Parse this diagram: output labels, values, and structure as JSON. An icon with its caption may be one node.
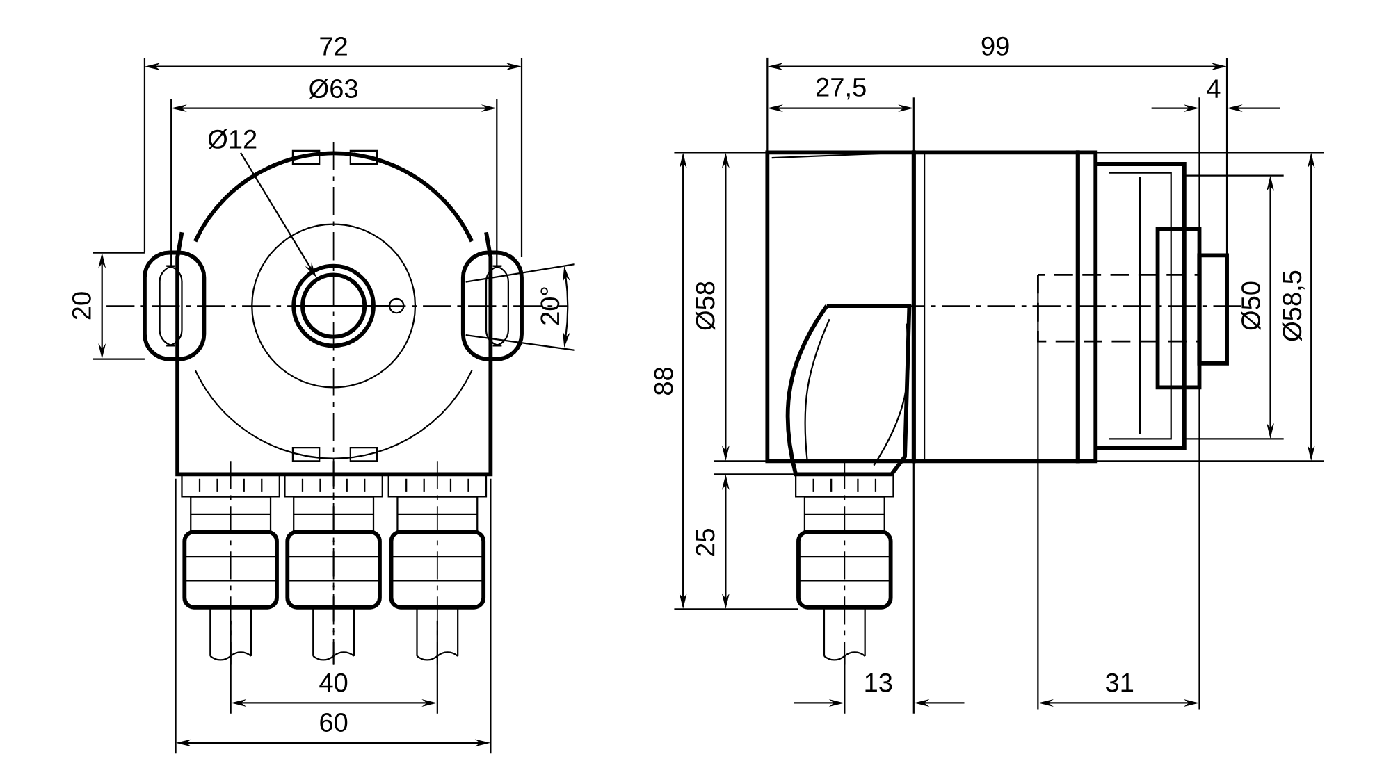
{
  "diagram": {
    "nodes": [
      {
        "text": [
          "Ø12"
        ]
      },
      {
        "text": [],
        "shape": "circle"
      }
    ],
    "edges": [
      {
        "from": 0,
        "to": 1,
        "arrow": "to"
      }
    ],
    "labels": [
      "72",
      "99",
      "Ø63",
      "27,5",
      "4",
      "20",
      "20°",
      "88",
      "Ø58",
      "Ø50",
      "Ø58,5",
      "25",
      "40",
      "13",
      "31",
      "60"
    ]
  }
}
